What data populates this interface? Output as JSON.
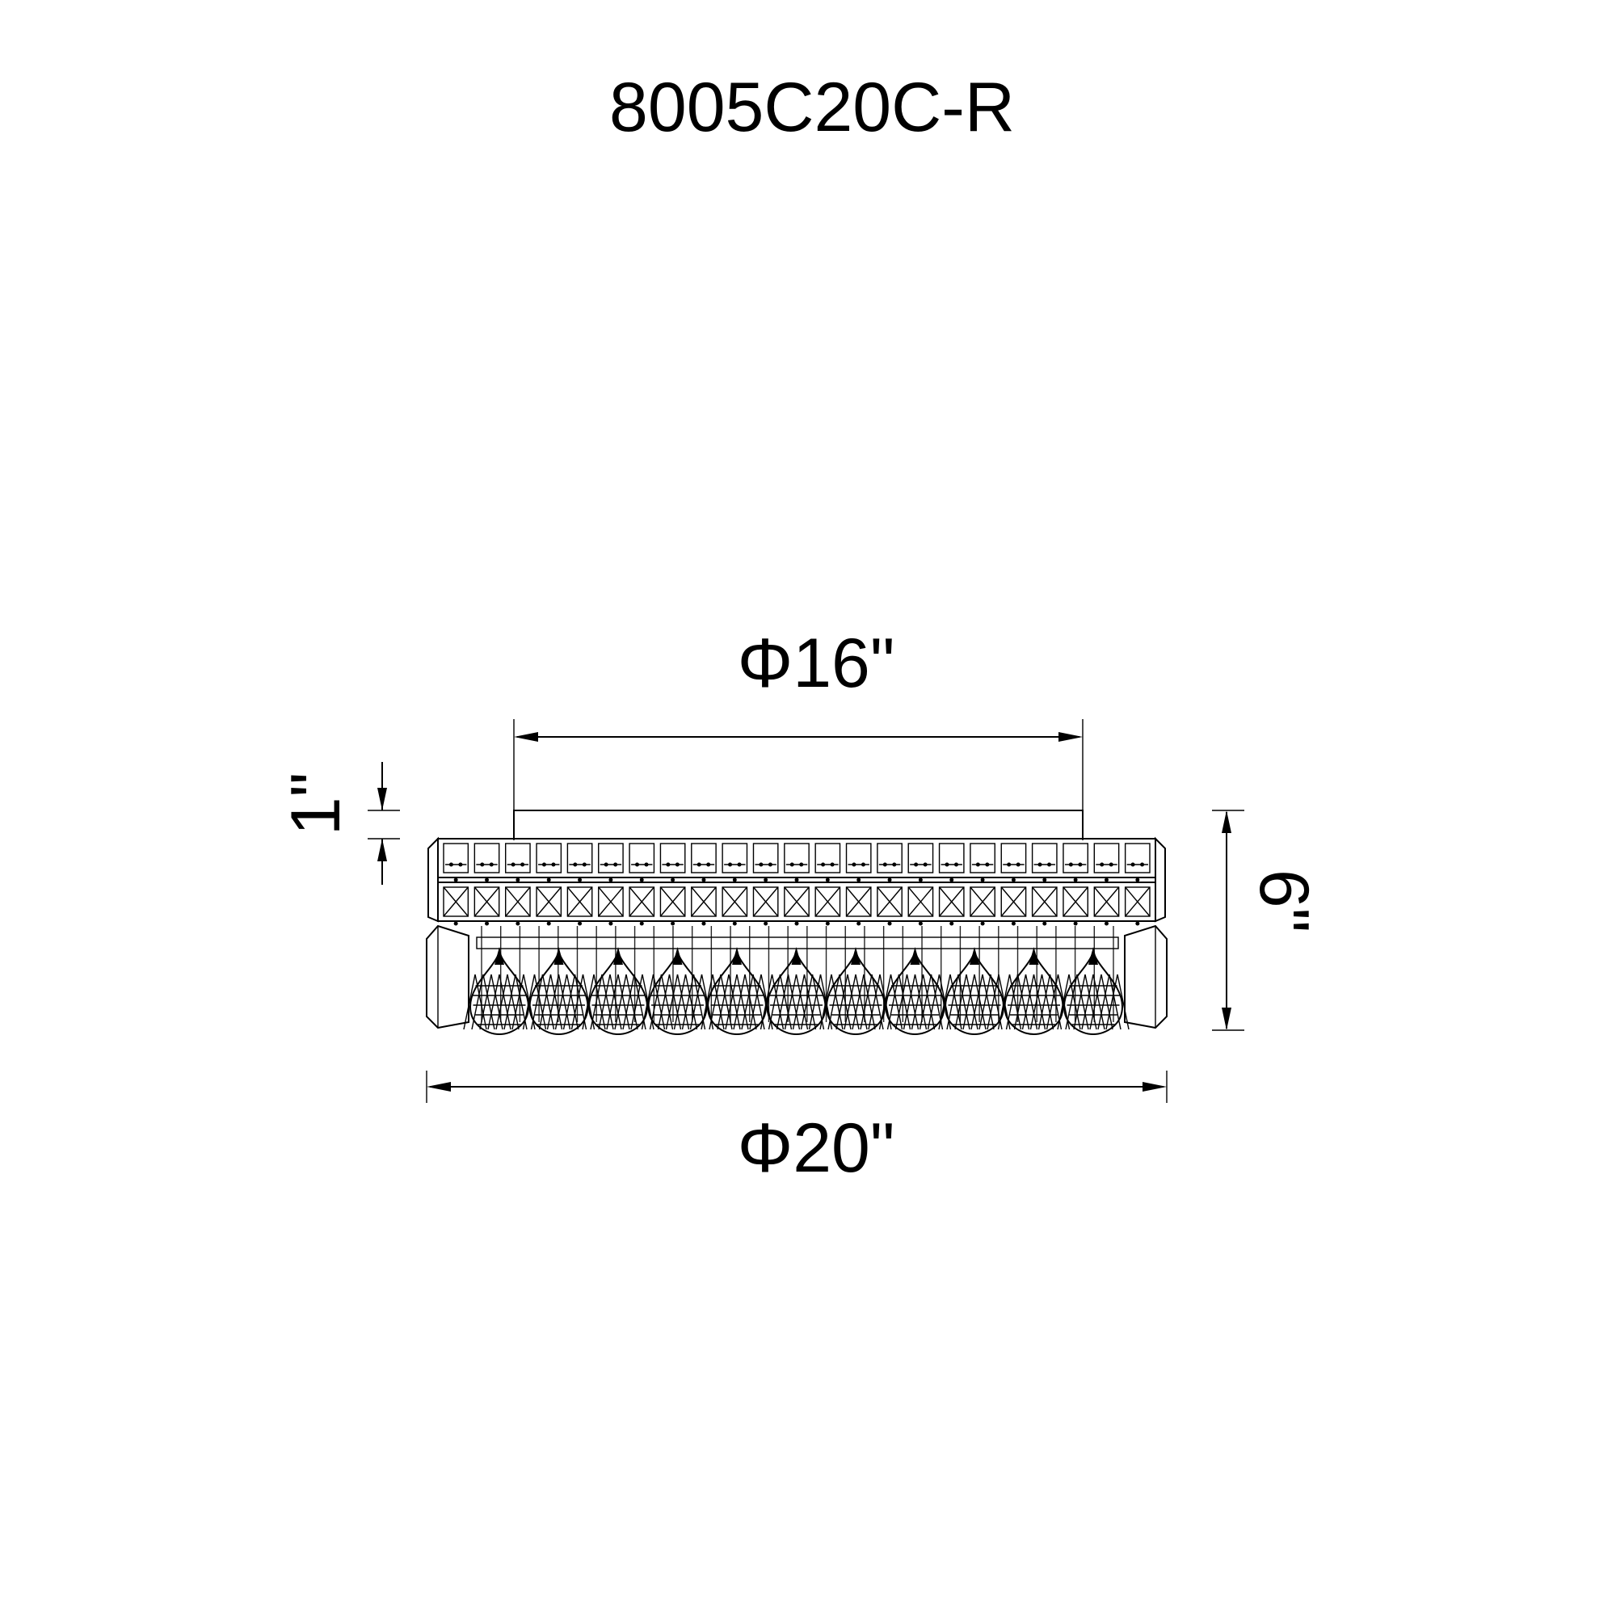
{
  "title": "8005C20C-R",
  "dimensions": {
    "top_diameter": "Φ16\"",
    "bottom_diameter": "Φ20\"",
    "canopy_height": "1\"",
    "overall_height": "6\""
  },
  "drawing": {
    "line_color": "#000000",
    "background_color": "#ffffff",
    "crystal_count": 11,
    "grid_cell_count": 23
  }
}
